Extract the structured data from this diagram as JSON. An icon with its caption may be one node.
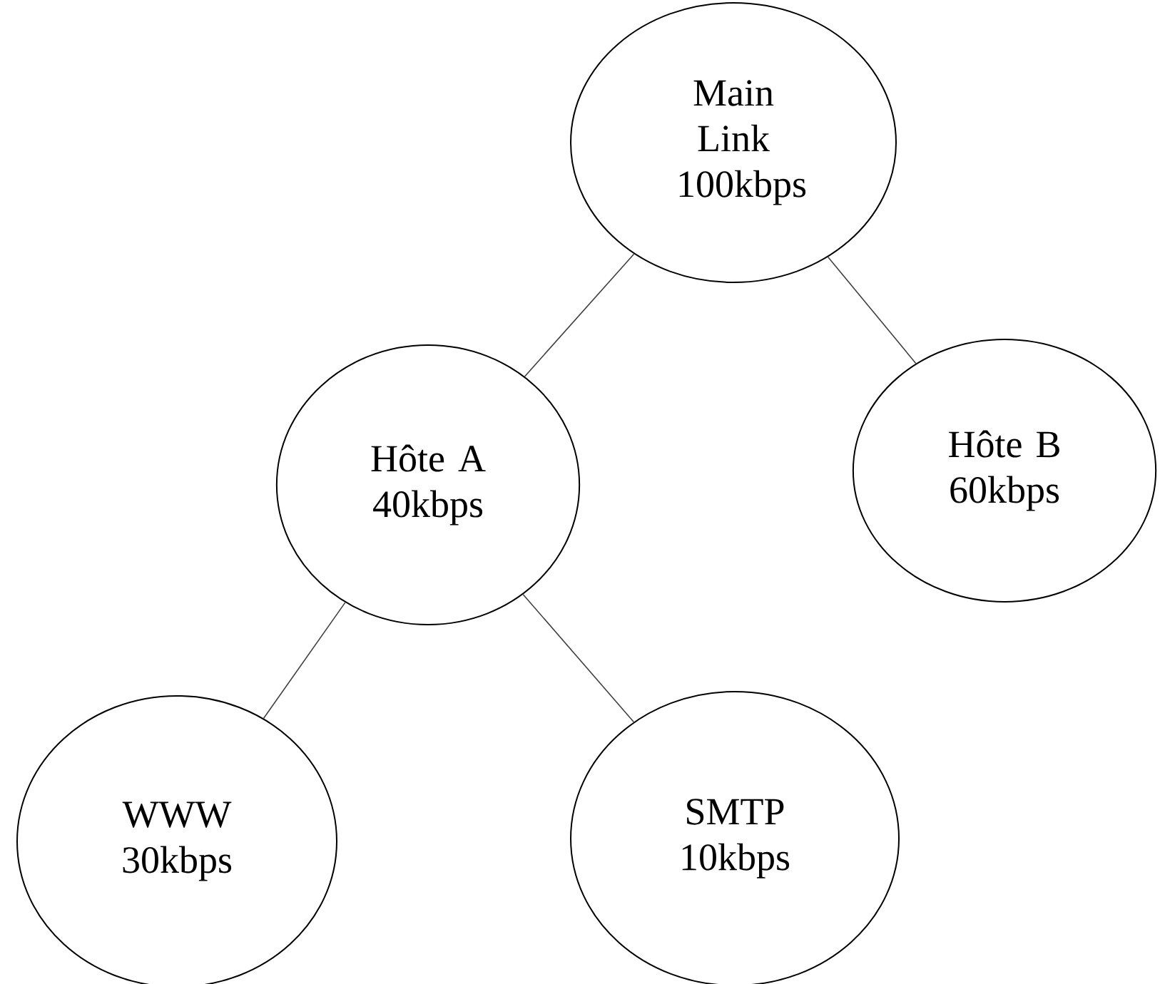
{
  "diagram": {
    "nodes": [
      {
        "text": [
          "Main Link",
          "100kbps"
        ]
      },
      {
        "text": [
          "Hôte A",
          "40kbps"
        ]
      },
      {
        "text": [
          "Hôte B",
          "60kbps"
        ]
      },
      {
        "text": [
          "WWW",
          "30kbps"
        ]
      },
      {
        "text": [
          "SMTP",
          "10kbps"
        ]
      }
    ],
    "edges": [
      {
        "from": 0,
        "to": 1,
        "arrow": "none"
      },
      {
        "from": 0,
        "to": 2,
        "arrow": "none"
      },
      {
        "from": 1,
        "to": 3,
        "arrow": "none"
      },
      {
        "from": 1,
        "to": 4,
        "arrow": "none"
      }
    ]
  }
}
